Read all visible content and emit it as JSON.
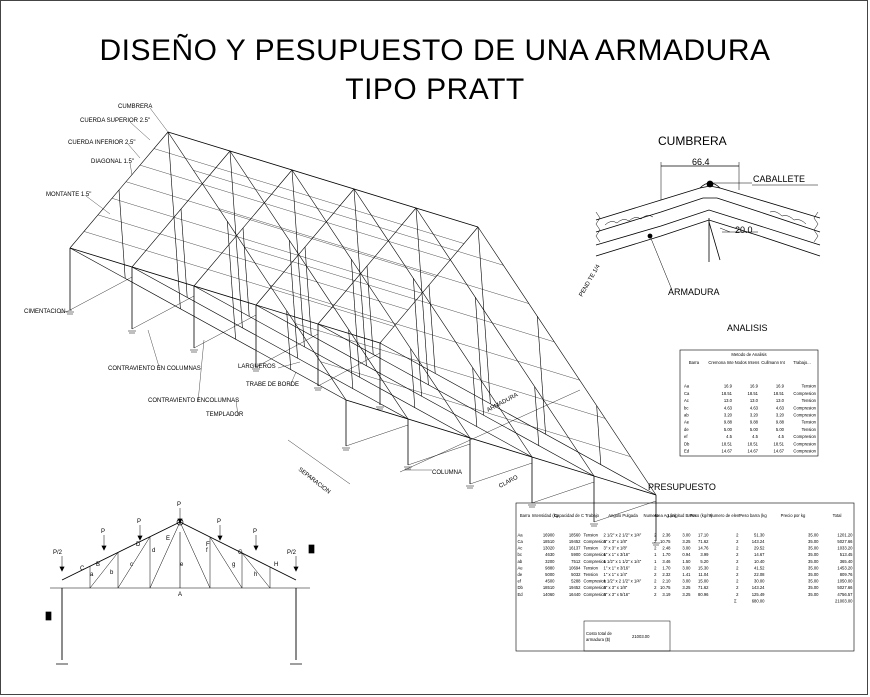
{
  "title": {
    "line1": "DISEÑO Y PESUPUESTO DE UNA ARMADURA",
    "line2": "TIPO PRATT"
  },
  "iso_labels": {
    "cumbrera": "CUMBRERA",
    "cuerda_superior": "CUERDA SUPERIOR 2.5\"",
    "cuerda_inferior": "CUERDA INFERIOR 2.5\"",
    "diagonal": "DIAGONAL 1.5\"",
    "montante": "MONTANTE 1.5\"",
    "cimentacion": "CIMENTACION",
    "contraviento_col": "CONTRAVIENTO EN COLUMNAS",
    "contraviento_col2": "CONTRAVIENTO ENCOLUMNAS",
    "templador": "TEMPLADOR",
    "largueros": "LARGUEROS",
    "trabe_borde": "TRABE DE BORDE",
    "separacion": "SEPARACION",
    "columna": "COLUMNA",
    "claro": "CLARO",
    "armadura": "ARMADURA",
    "pendiente": "PEND TE 1/4"
  },
  "cumbrera_detail": {
    "title": "CUMBRERA",
    "dim_top": "66.4",
    "caballete": "CABALLETE",
    "dim_right": "20.0",
    "armadura": "ARMADURA"
  },
  "analisis": {
    "title": "ANALISIS",
    "header_group": "Metodo de Analisis",
    "columns": [
      "Barra",
      "Cremona Intensidad (Ton)",
      "Nodos Intensidad (Ton)",
      "Cullmann Intensidad (Ton)",
      "Trabajo..."
    ],
    "rows": [
      [
        "Aa",
        "16.9",
        "16.9",
        "16.9",
        "Tension"
      ],
      [
        "Ca",
        "18.51",
        "18.51",
        "18.51",
        "Compresion"
      ],
      [
        "Ac",
        "13.0",
        "13.0",
        "13.0",
        "Tension"
      ],
      [
        "bc",
        "4.63",
        "4.63",
        "4.63",
        "Compresion"
      ],
      [
        "ab",
        "3.20",
        "3.20",
        "3.20",
        "Compresion"
      ],
      [
        "Ae",
        "9.88",
        "9.88",
        "9.88",
        "Tension"
      ],
      [
        "de",
        "5.00",
        "5.00",
        "5.00",
        "Tension"
      ],
      [
        "ef",
        "4.5",
        "4.5",
        "4.5",
        "Compresion"
      ],
      [
        "Db",
        "18.51",
        "18.51",
        "18.51",
        "Compresion"
      ],
      [
        "Ed",
        "14.67",
        "14.67",
        "14.67",
        "Compresion"
      ]
    ]
  },
  "presupuesto": {
    "title": "PRESUPUESTO",
    "columns": [
      "Barra",
      "Intensidad (kg)",
      "Capacidad de Carga (kg)",
      "Trabajo",
      "Angulo Pulgadas",
      "Numero",
      "Area Ag (in)",
      "Longitud Barra (m)",
      "Peso (kg/m)",
      "Numero de elementos",
      "Peso barra (kg/m)",
      "Precio por kg de acero",
      "Total"
    ],
    "rows": [
      [
        "Aa",
        "16900",
        "18560",
        "Tension",
        "2 1/2\" x 2 1/2\" x 1/4\"",
        "2",
        "2.36",
        "3.00",
        "17.10",
        "2",
        "51.30",
        "35.00",
        "1201.20"
      ],
      [
        "Ca",
        "18510",
        "19452",
        "Compresion",
        "3\" x 3\" x 1/8\"",
        "2",
        "10.75",
        "3.25",
        "71.62",
        "2",
        "143.24",
        "35.00",
        "5027.66"
      ],
      [
        "Ac",
        "13020",
        "16137",
        "Tension",
        "3\" x 3\" x 1/8\"",
        "2",
        "2.48",
        "3.00",
        "14.76",
        "2",
        "29.52",
        "35.00",
        "1033.20"
      ],
      [
        "bc",
        "4630",
        "5900",
        "Compresion",
        "1\" x 1\" x 3/16\"",
        "1",
        "1.70",
        "0.94",
        "3.99",
        "2",
        "14.67",
        "35.00",
        "513.45"
      ],
      [
        "ab",
        "3200",
        "7512",
        "Compresion",
        "1 1/2\" x 1 1/2\" x 1/4\"",
        "1",
        "3.46",
        "1.50",
        "5.20",
        "2",
        "10.40",
        "35.00",
        "365.40"
      ],
      [
        "Ae",
        "9880",
        "10694",
        "Tension",
        "1\" x 1\" x 3/16\"",
        "2",
        "1.70",
        "3.00",
        "15.30",
        "2",
        "41.52",
        "35.00",
        "1453.20"
      ],
      [
        "de",
        "5000",
        "5032",
        "Tension",
        "1\" x 1\" x 1/4\"",
        "2",
        "2.32",
        "1.41",
        "11.04",
        "2",
        "22.08",
        "35.00",
        "809.76"
      ],
      [
        "ef",
        "4500",
        "5288",
        "Compresion",
        "1 1/2\" x 2 1/2\" x 1/4\"",
        "2",
        "2.10",
        "3.00",
        "15.00",
        "2",
        "30.00",
        "35.00",
        "1050.00"
      ],
      [
        "Db",
        "18510",
        "19452",
        "Compresion",
        "3\" x 3\" x 1/8\"",
        "2",
        "10.75",
        "3.25",
        "71.62",
        "2",
        "143.24",
        "35.00",
        "5027.66"
      ],
      [
        "Ed",
        "14060",
        "16440",
        "Compresion",
        "3\" x 3\" x 5/16\"",
        "2",
        "3.19",
        "3.25",
        "80.96",
        "2",
        "125.49",
        "35.00",
        "4756.57"
      ]
    ],
    "sum_symbol": "Σ",
    "sum_weight": "680.00",
    "sum_total": "21003.00",
    "total_label": "Costo total de armadura ($)",
    "total_value": "21003.00"
  },
  "elevation": {
    "p": "P",
    "p2": "P/2",
    "letters": [
      "A",
      "B",
      "C",
      "D",
      "E",
      "F",
      "G",
      "H",
      "a",
      "b",
      "c",
      "d",
      "e",
      "f",
      "g",
      "h"
    ]
  }
}
